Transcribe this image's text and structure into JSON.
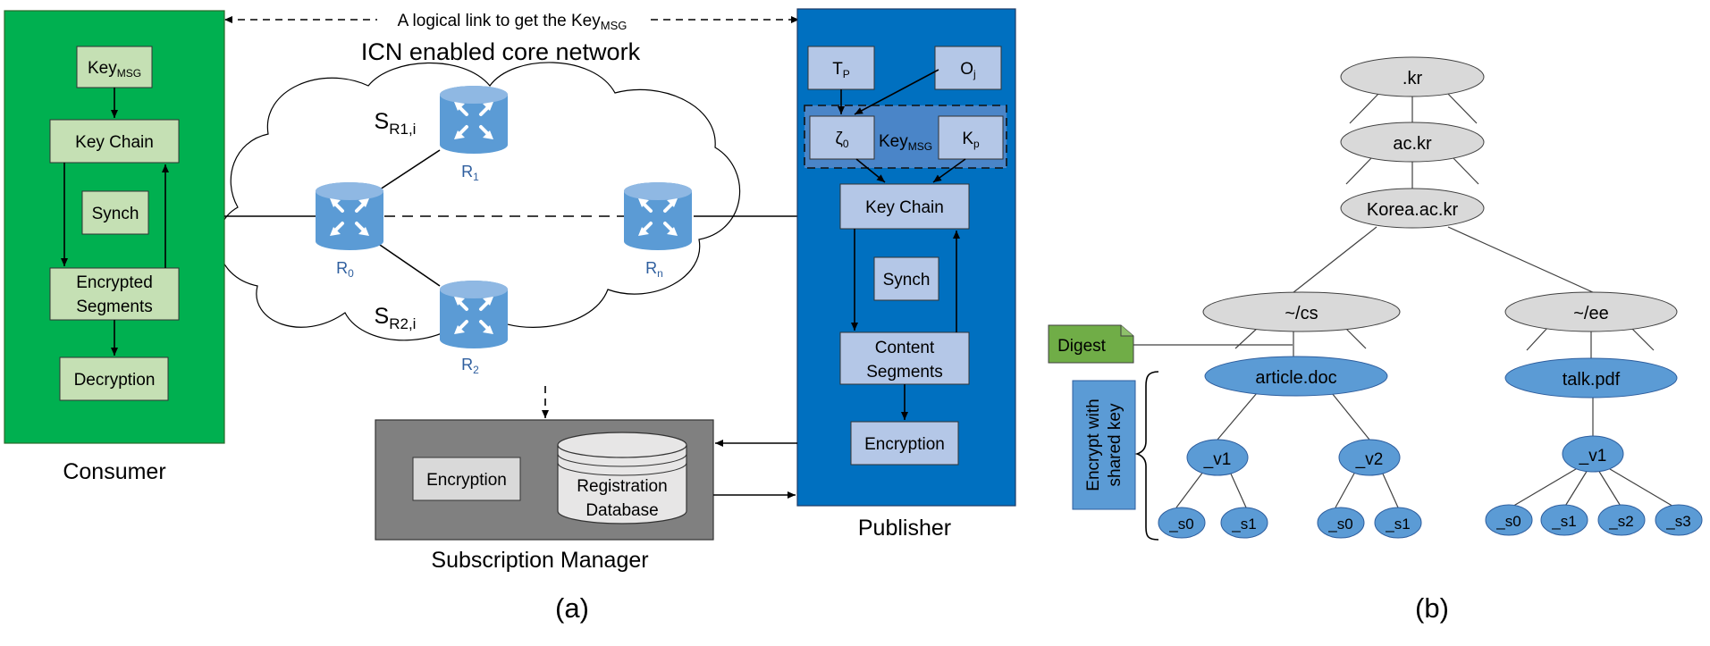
{
  "panel_a": {
    "caption": "(a)",
    "logical_link": {
      "text": "A logical link to get the Key",
      "sub": "MSG"
    },
    "network_title": "ICN enabled core network",
    "consumer": {
      "label": "Consumer",
      "key_msg": {
        "main": "Key",
        "sub": "MSG"
      },
      "key_chain": "Key Chain",
      "synch": "Synch",
      "encrypted_segments": [
        "Encrypted",
        "Segments"
      ],
      "decryption": "Decryption"
    },
    "routers": {
      "r0": {
        "main": "R",
        "sub": "0"
      },
      "r1": {
        "main": "R",
        "sub": "1"
      },
      "r2": {
        "main": "R",
        "sub": "2"
      },
      "rn": {
        "main": "R",
        "sub": "n"
      },
      "sr1": {
        "main": "S",
        "sub": "R1,i"
      },
      "sr2": {
        "main": "S",
        "sub": "R2,i"
      }
    },
    "publisher": {
      "label": "Publisher",
      "tp": {
        "main": "T",
        "sub": "P"
      },
      "oj": {
        "main": "O",
        "sub": "j"
      },
      "zeta": {
        "main": "ζ",
        "sub": "0"
      },
      "key_msg": {
        "main": "Key",
        "sub": "MSG"
      },
      "kp": {
        "main": "K",
        "sub": "p"
      },
      "key_chain": "Key Chain",
      "synch": "Synch",
      "content_segments": [
        "Content",
        "Segments"
      ],
      "encryption": "Encryption"
    },
    "subscription_manager": {
      "label": "Subscription Manager",
      "encryption": "Encryption",
      "database": [
        "Registration",
        "Database"
      ]
    }
  },
  "panel_b": {
    "caption": "(b)",
    "tree": {
      "kr": ".kr",
      "ackr": "ac.kr",
      "korea": "Korea.ac.kr",
      "cs": "~/cs",
      "ee": "~/ee",
      "article": "article.doc",
      "talk": "talk.pdf",
      "v1": "_v1",
      "v2": "_v2",
      "talk_v1": "_v1",
      "cs_v1_segments": [
        "_s0",
        "_s1"
      ],
      "cs_v2_segments": [
        "_s0",
        "_s1"
      ],
      "ee_v1_segments": [
        "_s0",
        "_s1",
        "_s2",
        "_s3"
      ]
    },
    "digest": "Digest",
    "encrypt_note": [
      "Encrypt with",
      "shared key"
    ]
  },
  "colors": {
    "consumer_bg": "#00b050",
    "consumer_box": "#c5e0b4",
    "publisher_bg": "#0070c0",
    "publisher_box": "#b4c7e7",
    "router": "#5b9bd5",
    "subscription_bg": "#808080",
    "tree_grey": "#d9d9d9",
    "tree_blue": "#5b9bd5",
    "digest_bg": "#70ad47"
  }
}
